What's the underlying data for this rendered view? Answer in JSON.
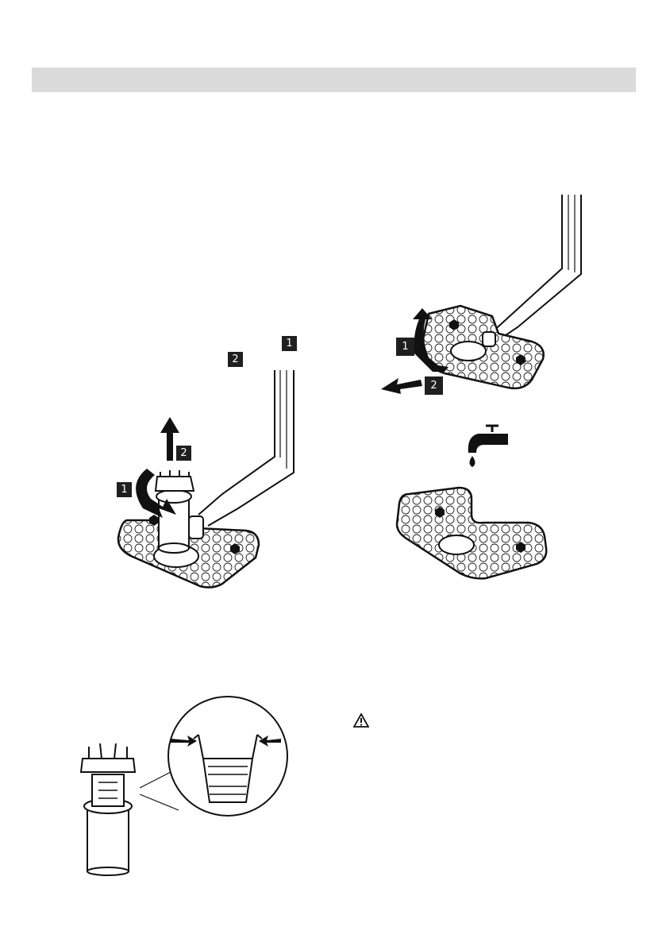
{
  "header": {
    "title": ""
  },
  "figure1": {
    "step_labels": [
      "1",
      "2"
    ],
    "arrow_labels": [
      "1",
      "2"
    ]
  },
  "figure2": {
    "arrow_labels": [
      "1",
      "2"
    ]
  },
  "figure3": {
    "icon": "water-tap-icon"
  },
  "figure4": {
    "icon": "filter-detail-icon"
  },
  "warning": {
    "icon": "warning-triangle-icon"
  },
  "colors": {
    "header_bar": "#dadada",
    "badge": "#1f1f1f",
    "line": "#111111"
  }
}
